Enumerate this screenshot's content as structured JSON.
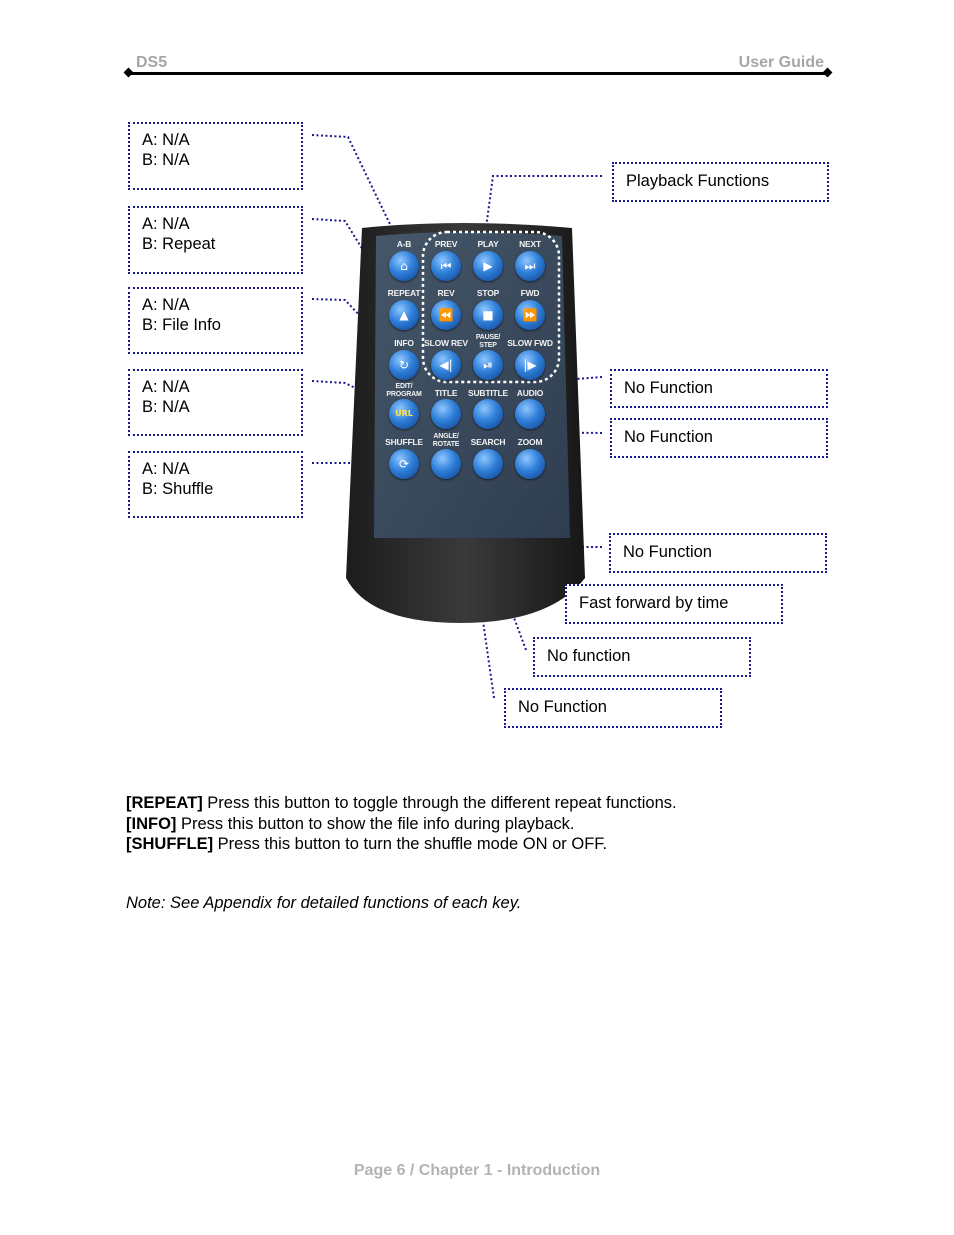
{
  "header": {
    "left": "DS5",
    "right": "User Guide"
  },
  "callouts": {
    "ab": {
      "a": "A: N/A",
      "b": "B: N/A"
    },
    "repeat": {
      "a": "A: N/A",
      "b": "B: Repeat"
    },
    "info": {
      "a": "A: N/A",
      "b": "B: File Info"
    },
    "edit": {
      "a": "A: N/A",
      "b": "B: N/A"
    },
    "shuffle": {
      "a": "A: N/A",
      "b": "B: Shuffle"
    },
    "playback": "Playback Functions",
    "audio": "No Function",
    "subtitle": "No Function",
    "zoom": "No Function",
    "search": "Fast forward by time",
    "angle": "No function",
    "title": "No Function"
  },
  "remote": {
    "labels": {
      "ab": "A-B",
      "prev": "PREV",
      "play": "PLAY",
      "next": "NEXT",
      "repeat": "REPEAT",
      "rev": "REV",
      "stop": "STOP",
      "fwd": "FWD",
      "info": "INFO",
      "slow_rev": "SLOW REV",
      "pause": "PAUSE/ STEP",
      "slow_fwd": "SLOW FWD",
      "edit": "EDIT/ PROGRAM",
      "title": "TITLE",
      "subtitle": "SUBTITLE",
      "audio": "AUDIO",
      "shuffle": "SHUFFLE",
      "angle": "ANGLE/ ROTATE",
      "search": "SEARCH",
      "zoom": "ZOOM",
      "url": "URL"
    }
  },
  "body": {
    "repeat_key": "[REPEAT]",
    "repeat_text": " Press this button to toggle through the different repeat functions.",
    "info_key": "[INFO]",
    "info_text": " Press this button to show the file info during playback.",
    "shuffle_key": "[SHUFFLE]",
    "shuffle_text": " Press this button to turn the shuffle mode ON or OFF.",
    "note": "Note: See Appendix for detailed functions of each key."
  },
  "footer": "Page 6  /  Chapter 1 - Introduction"
}
